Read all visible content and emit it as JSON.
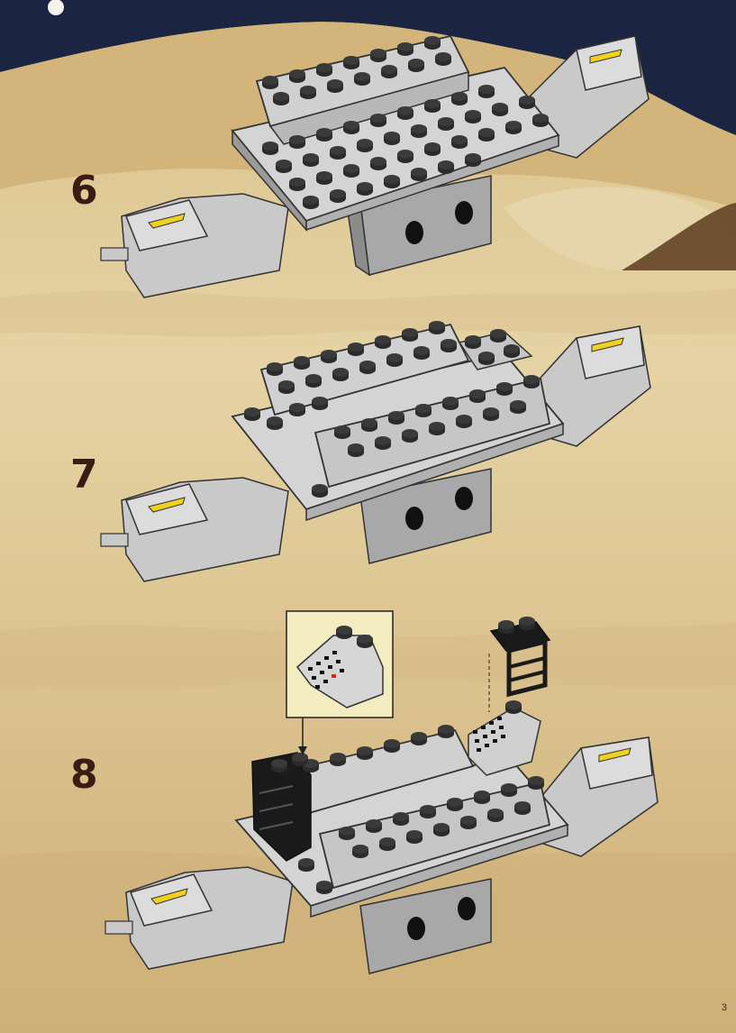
{
  "steps": [
    {
      "number": "6"
    },
    {
      "number": "7"
    },
    {
      "number": "8"
    }
  ],
  "page_number": "3",
  "icons": {
    "arrow": "arrow-icon",
    "callout": "part-callout"
  },
  "colors": {
    "sand_light": "#e9d6a6",
    "sand_mid": "#d9bf85",
    "sand_dark": "#c2a066",
    "sky": "#1b2440",
    "brick_top": "#d4d4d4",
    "brick_side": "#a8a8a8",
    "brick_dark": "#6f6f6f",
    "stud": "#2b2b2b",
    "arrow": "#f0d020",
    "black_part": "#1a1a1a",
    "step_number": "#3a1c12"
  }
}
